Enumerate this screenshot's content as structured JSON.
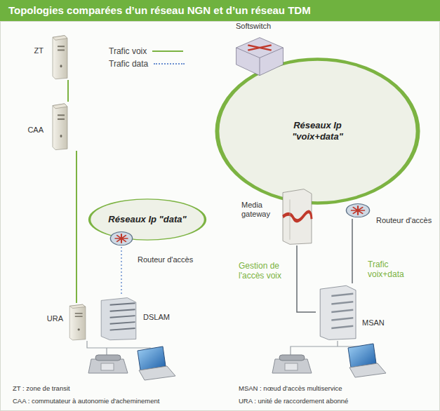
{
  "diagram": {
    "title": "Topologies comparées d’un réseau NGN et d’un réseau TDM",
    "nodes": [
      {
        "text": [
          "ZT"
        ]
      },
      {
        "text": [
          "CAA"
        ]
      },
      {
        "text": [
          "Réseaux Ip \"data\""
        ]
      },
      {
        "text": [
          "Routeur d'accès"
        ]
      },
      {
        "text": [
          "URA"
        ]
      },
      {
        "text": [
          "DSLAM"
        ]
      },
      {
        "text": [
          "Softswitch"
        ]
      },
      {
        "text": [
          "Réseaux Ip \"voix+data\""
        ]
      },
      {
        "text": [
          "Media gateway"
        ]
      },
      {
        "text": [
          "Routeur d'accès"
        ]
      },
      {
        "text": [
          "MSAN"
        ]
      }
    ],
    "edges": [
      {
        "from": 0,
        "to": 1,
        "arrow": "none"
      },
      {
        "from": 1,
        "to": 4,
        "arrow": "none"
      },
      {
        "from": 3,
        "to": 5,
        "arrow": "none"
      },
      {
        "from": 8,
        "to": 10,
        "arrow": "none"
      },
      {
        "from": 9,
        "to": 10,
        "arrow": "none"
      }
    ],
    "labels": [
      "Gestion de l'accès voix",
      "Trafic voix+data",
      "ZT : zone de transit",
      "CAA : commutateur à autonomie d'acheminement",
      "MSAN : nœud d'accès multiservice",
      "URA : unité de raccordement abonné"
    ],
    "legend": [
      {
        "text": "Trafic voix"
      },
      {
        "text": "Trafic data"
      }
    ]
  }
}
